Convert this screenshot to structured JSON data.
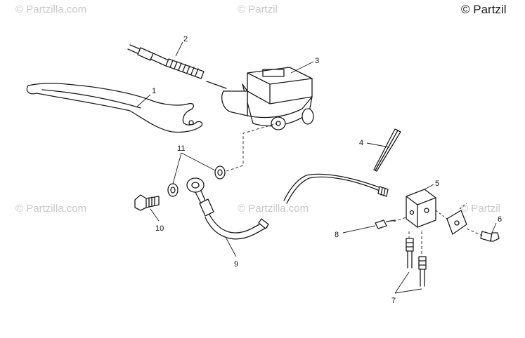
{
  "copyright": "© Partzil",
  "watermarks": [
    "© Partzilla.com",
    "© Partzil",
    "© Partzilla.com",
    "© Partzilla.com",
    "© Partzil"
  ],
  "callouts": [
    "1",
    "2",
    "3",
    "4",
    "5",
    "6",
    "7",
    "8",
    "9",
    "10",
    "11"
  ]
}
